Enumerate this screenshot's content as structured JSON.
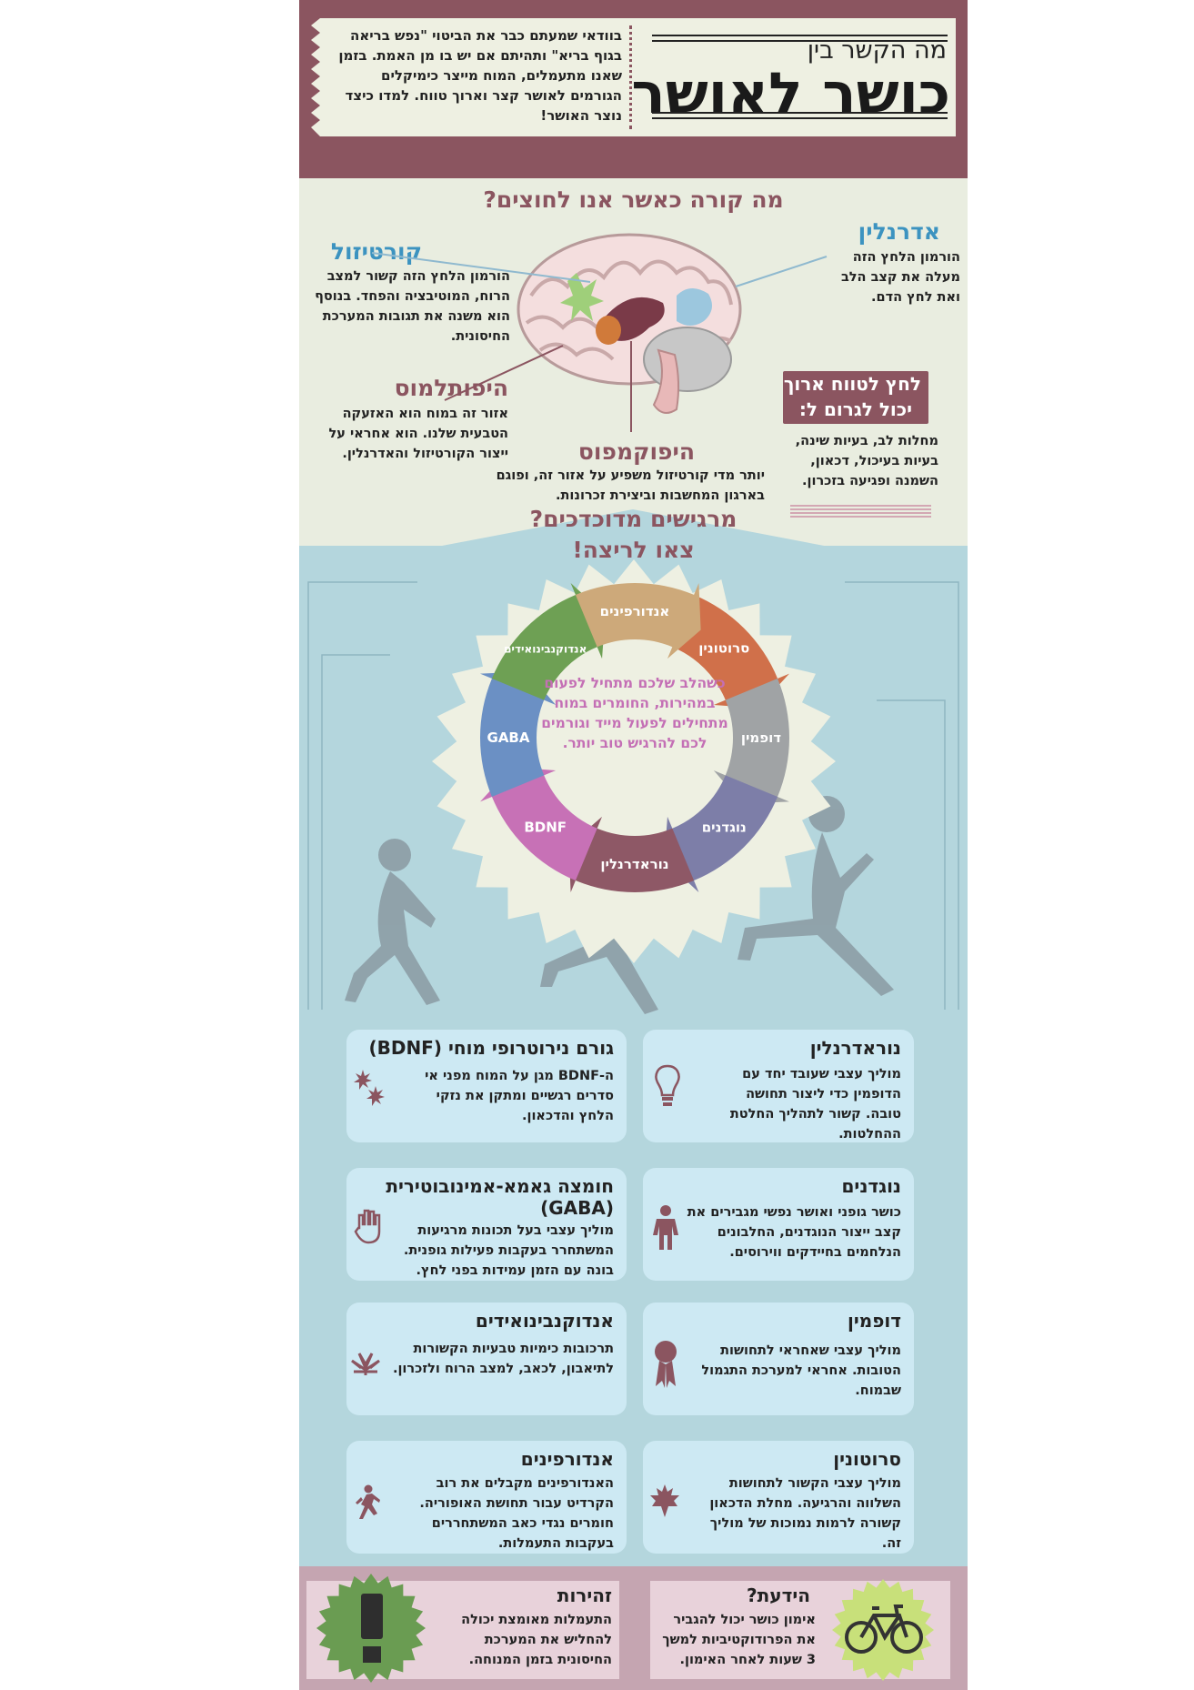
{
  "header": {
    "intro": "בוודאי שמעתם כבר את הביטוי \"נפש בריאה בגוף בריא\" ותהיתם אם יש בו מן האמת. בזמן שאנו מתעמלים, המוח מייצר כימיקלים הגורמים לאושר קצר וארוך טווח. למדו כיצד נוצר האושר!",
    "subtitle": "מה הקשר בין",
    "title": "כושר לאושר"
  },
  "stress": {
    "question": "מה קורה כאשר אנו לחוצים?",
    "adrenaline": {
      "title": "אדרנלין",
      "text": "הורמון הלחץ הזה מעלה את קצב הלב ואת לחץ הדם."
    },
    "cortisol": {
      "title": "קורטיזול",
      "text": "הורמון הלחץ הזה קשור למצב הרוח, המוטיבציה והפחד. בנוסף הוא משנה את תגובות המערכת החיסונית."
    },
    "hypothalamus": {
      "title": "היפותלמוס",
      "text": "אזור זה במוח הוא האזעקה הטבעית שלנו. הוא אחראי על ייצור הקורטיזול והאדרנלין."
    },
    "hippocampus": {
      "title": "היפוקמפוס",
      "text": "יותר מדי קורטיזול משפיע על אזור זה, ופוגם בארגון המחשבות וביצירת זכרונות."
    },
    "longterm": {
      "title_line1": "לחץ לטווח ארוך",
      "title_line2": "יכול לגרום ל:",
      "text": "מחלות לב, בעיות שינה, בעיות בעיכול, דכאון, השמנה ופגיעה בזכרון."
    }
  },
  "run": {
    "line1": "מרגישים מדוכדכים?",
    "line2": "צאו לריצה!",
    "center_text": "כשהלב שלכם מתחיל לפעום במהירות, החומרים במוח מתחילים לפעול מייד וגורמים לכם להרגיש טוב יותר.",
    "segments": [
      {
        "label": "סרוטונין",
        "color": "#d0704a"
      },
      {
        "label": "דופמין",
        "color": "#a0a3a5"
      },
      {
        "label": "נוגדנים",
        "color": "#7d7ea8"
      },
      {
        "label": "נוראדרנלין",
        "color": "#8e5866"
      },
      {
        "label": "BDNF",
        "color": "#c771b6"
      },
      {
        "label": "GABA",
        "color": "#6b90c4"
      },
      {
        "label": "אנדוקנבינואידים",
        "color": "#6ea054"
      },
      {
        "label": "אנדורפינים",
        "color": "#cda97a"
      }
    ]
  },
  "cards": {
    "noradrenaline": {
      "title": "נוראדרנלין",
      "text": "מוליך עצבי שעובד יחד עם הדופמין כדי ליצור תחושה טובה. קשור לתהליך החלטת ההחלטות.",
      "icon": "lightbulb-icon"
    },
    "bdnf": {
      "title": "גורם נירוטרופי מוחי (BDNF)",
      "text": "ה-BDNF מגן על המוח מפני אי סדרים רגשיים ומתקן את נזקי הלחץ והדכאון.",
      "icon": "burst-icon"
    },
    "antibodies": {
      "title": "נוגדנים",
      "text": "כושר גופני ואושר נפשי מגבירים את קצב ייצור הנוגדנים, החלבונים הנלחמים בחיידקים ווירוסים.",
      "icon": "person-icon"
    },
    "gaba": {
      "title": "חומצה גאמא-אמינובוטירית (GABA)",
      "text": "מוליך עצבי בעל תכונות מרגיעות המשתחרר בעקבות פעילות גופנית. בונה עם הזמן עמידות בפני לחץ.",
      "icon": "hand-icon"
    },
    "dopamine": {
      "title": "דופמין",
      "text": "מוליך עצבי שאחראי לתחושות הטובות. אחראי למערכת התגמול שבמוח.",
      "icon": "ribbon-award-icon"
    },
    "endocannabinoids": {
      "title": "אנדוקנבינואידים",
      "text": "תרכובות כימיות טבעיות הקשורות לתיאבון, לכאב, למצב הרוח ולזכרון.",
      "icon": "leaf-icon"
    },
    "serotonin": {
      "title": "סרוטונין",
      "text": "מוליך עצבי הקשור לתחושות השלווה והרגיעה. מחלת הדכאון קשורה לרמות נמוכות של מוליך זה.",
      "icon": "maple-leaf-icon"
    },
    "endorphins": {
      "title": "אנדורפינים",
      "text": "האנדורפינים מקבלים את רוב הקרדיט עבור תחושת האופוריה. חומרים נגדי כאב המשתחררים בעקבות התעמלות.",
      "icon": "runner-icon"
    }
  },
  "footer": {
    "fact": {
      "title": "הידעת?",
      "text": "אימון כושר יכול להגביר את הפרודוקטיביות למשך 3 שעות לאחר האימון.",
      "icon": "bicycle-icon"
    },
    "warning": {
      "title": "זהירות",
      "text": "התעמלות מאומצת יכולה להחליש את המערכת החיסונית בזמן המנוחה.",
      "icon": "exclamation-icon"
    }
  }
}
